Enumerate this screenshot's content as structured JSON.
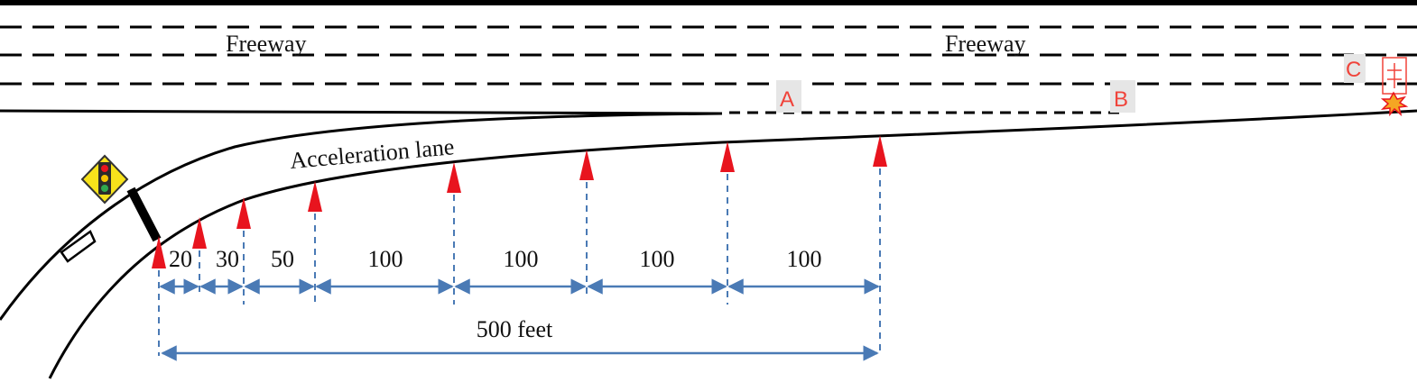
{
  "labels": {
    "freeway_left": "Freeway",
    "freeway_right": "Freeway",
    "acceleration_lane": "Acceleration lane",
    "total_distance": "500 feet"
  },
  "segments": [
    "20",
    "30",
    "50",
    "100",
    "100",
    "100",
    "100"
  ],
  "points": [
    {
      "letter": "A"
    },
    {
      "letter": "B"
    },
    {
      "letter": "C"
    }
  ],
  "colors": {
    "road_line": "#000000",
    "arrow_red": "#e8141e",
    "dimension_blue": "#4a7ab5",
    "point_label_red": "#f0433a",
    "point_label_bg": "#e6e6e6",
    "signal_sign": "#f7e21b"
  },
  "icons": [
    "ramp-meter-signal-icon",
    "diamond-marking-icon",
    "collision-icon"
  ]
}
